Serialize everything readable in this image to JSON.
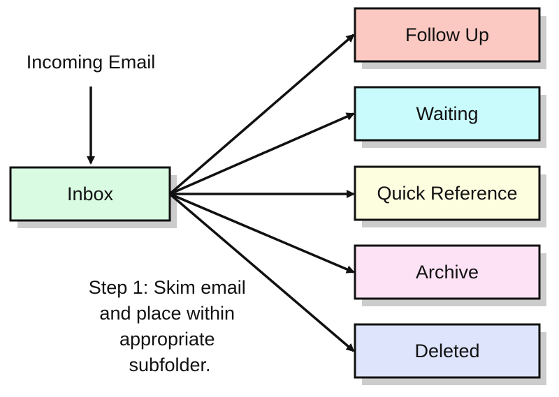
{
  "labels": {
    "incoming": "Incoming Email",
    "step_lines": [
      "Step 1: Skim email",
      "and place within",
      "appropriate",
      "subfolder."
    ]
  },
  "source": {
    "label": "Inbox",
    "fill": "#d9fbe2"
  },
  "folders": [
    {
      "label": "Follow Up",
      "fill": "#fcc9c2"
    },
    {
      "label": "Waiting",
      "fill": "#c9fbfc"
    },
    {
      "label": "Quick Reference",
      "fill": "#fdfde0"
    },
    {
      "label": "Archive",
      "fill": "#fce2f4"
    },
    {
      "label": "Deleted",
      "fill": "#dde4fb"
    }
  ],
  "colors": {
    "stroke": "#111111",
    "shadow": "#cccccc"
  }
}
